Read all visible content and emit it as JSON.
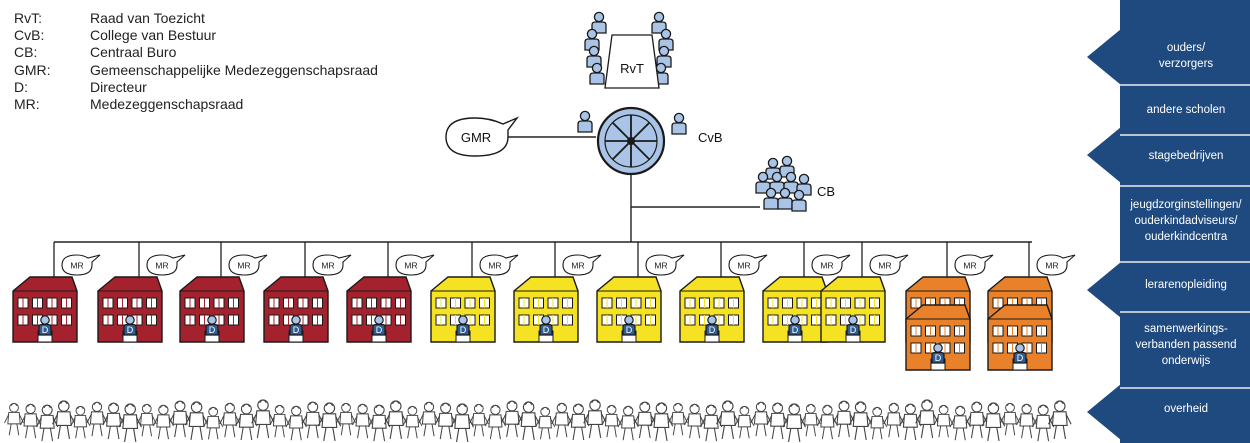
{
  "legend": [
    {
      "abbr": "RvT:",
      "meaning": "Raad van Toezicht"
    },
    {
      "abbr": "CvB:",
      "meaning": "College van Bestuur"
    },
    {
      "abbr": "CB:",
      "meaning": "Centraal Buro"
    },
    {
      "abbr": "GMR:",
      "meaning": "Gemeenschappelijke Medezeggenschapsraad"
    },
    {
      "abbr": "D:",
      "meaning": "Directeur"
    },
    {
      "abbr": "MR:",
      "meaning": "Medezeggenschapsraad"
    }
  ],
  "nodes": {
    "rvt": "RvT",
    "cvb": "CvB",
    "cb": "CB",
    "gmr": "GMR"
  },
  "school": {
    "mr_label": "MR",
    "director_label": "D",
    "colors": {
      "red": "#a3222d",
      "yellow": "#f5e223",
      "orange": "#e8812a"
    },
    "types": [
      "red",
      "red",
      "red",
      "red",
      "red",
      "yellow",
      "yellow",
      "yellow",
      "yellow",
      "yellow",
      "yellow",
      "orange",
      "orange"
    ]
  },
  "stakeholders": {
    "panel_color": "#1f4a7f",
    "items": [
      {
        "lines": [
          "ouders/",
          "verzorgers"
        ]
      },
      {
        "lines": [
          "andere scholen"
        ]
      },
      {
        "lines": [
          "stagebedrijven"
        ]
      },
      {
        "lines": [
          "jeugdzorginstellingen/",
          "ouderkindadviseurs/",
          "ouderkindcentra"
        ]
      },
      {
        "lines": [
          "lerarenopleiding"
        ]
      },
      {
        "lines": [
          "samenwerkings-",
          "verbanden passend",
          "onderwijs"
        ]
      },
      {
        "lines": [
          "overheid"
        ]
      }
    ]
  },
  "icons": {
    "people_group": "people-icon",
    "wheel": "wheel-icon",
    "speech_bubble": "speech-bubble-icon",
    "school_building": "school-building-icon",
    "students_crowd": "students-crowd-icon"
  }
}
